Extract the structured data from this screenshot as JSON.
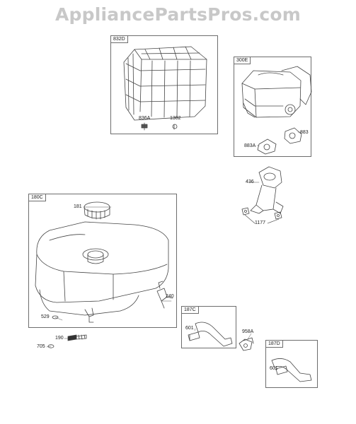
{
  "site": {
    "watermark": "AppliancePartsPros.com"
  },
  "groups": [
    {
      "id": "832D",
      "parts": [
        "836A",
        "1302"
      ]
    },
    {
      "id": "300E",
      "parts": [
        "883",
        "883A"
      ]
    },
    {
      "id": "180C",
      "parts": [
        "181",
        "240",
        "529"
      ]
    },
    {
      "id": "187C",
      "parts": [
        "601"
      ]
    },
    {
      "id": "187D",
      "parts": [
        "601"
      ]
    }
  ],
  "loose_parts": [
    "436",
    "1177",
    "958A",
    "190",
    "705"
  ]
}
